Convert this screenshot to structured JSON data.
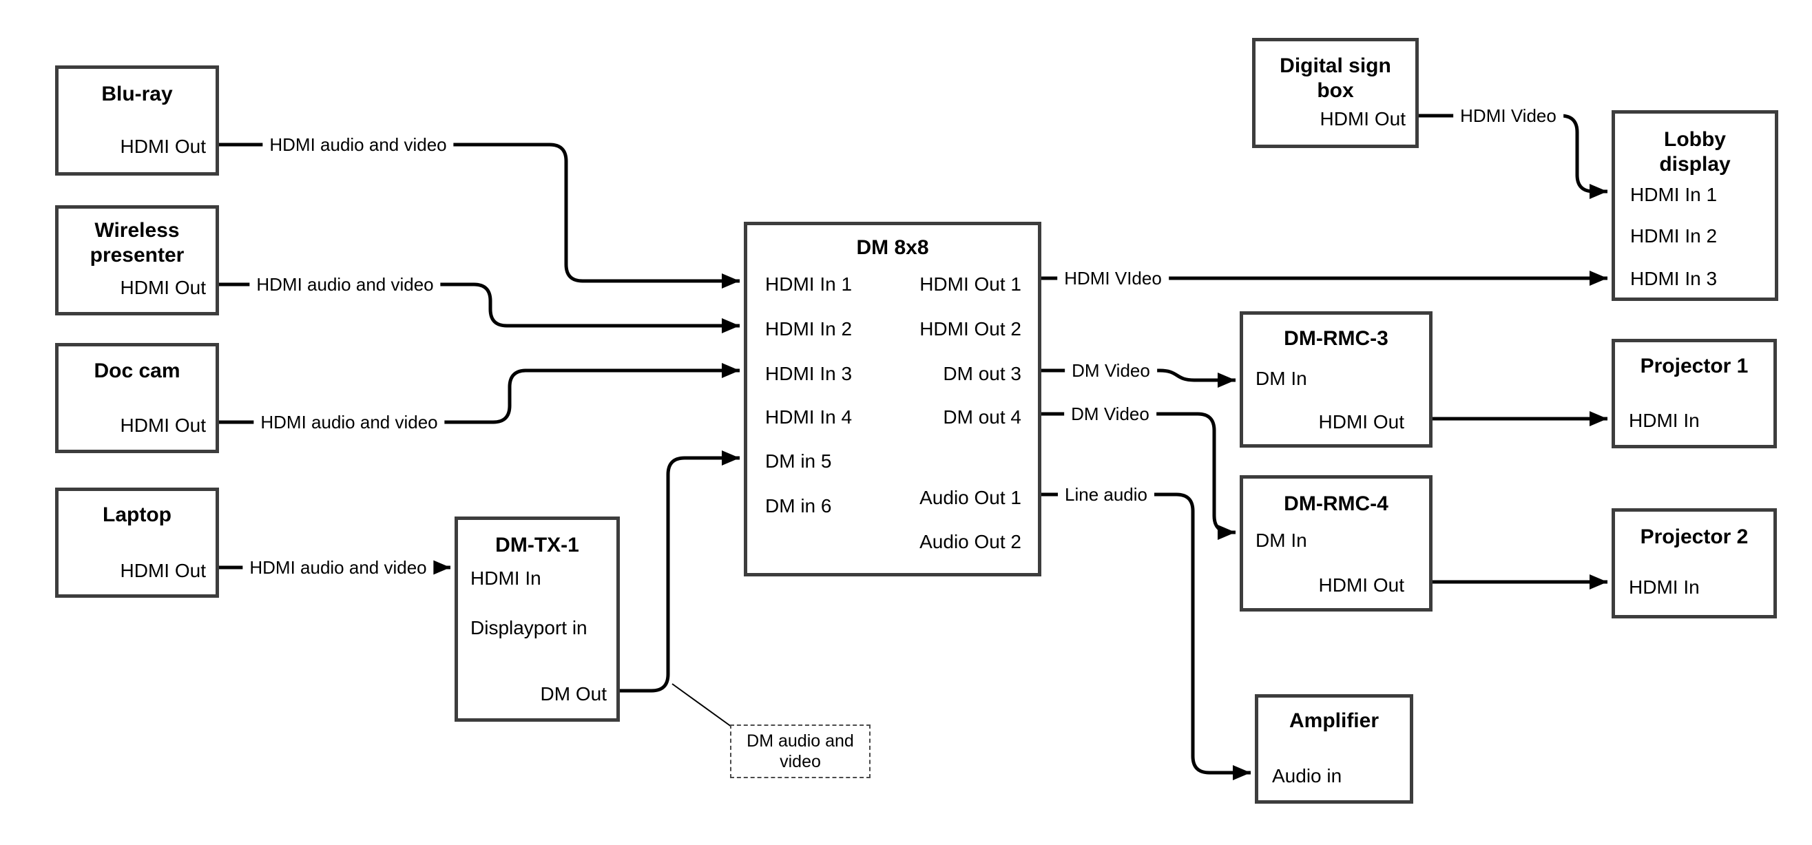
{
  "diagram_type": "av-signal-flow-block-diagram",
  "colors": {
    "background": "#ffffff",
    "box_border": "#3d3d3d",
    "wire": "#000000",
    "text": "#000000"
  },
  "nodes": {
    "bluray": {
      "title": "Blu-ray",
      "ports": {
        "hdmi_out": "HDMI Out"
      }
    },
    "wireless": {
      "title": "Wireless\npresenter",
      "ports": {
        "hdmi_out": "HDMI Out"
      }
    },
    "doccam": {
      "title": "Doc cam",
      "ports": {
        "hdmi_out": "HDMI Out"
      }
    },
    "laptop": {
      "title": "Laptop",
      "ports": {
        "hdmi_out": "HDMI Out"
      }
    },
    "dmtx1": {
      "title": "DM-TX-1",
      "ports": {
        "hdmi_in": "HDMI In",
        "displayport_in": "Displayport in",
        "dm_out": "DM Out"
      }
    },
    "dm8x8": {
      "title": "DM 8x8",
      "ports": {
        "hdmi_in_1": "HDMI In 1",
        "hdmi_in_2": "HDMI In 2",
        "hdmi_in_3": "HDMI In 3",
        "hdmi_in_4": "HDMI In 4",
        "dm_in_5": "DM in 5",
        "dm_in_6": "DM in 6",
        "hdmi_out_1": "HDMI Out 1",
        "hdmi_out_2": "HDMI Out 2",
        "dm_out_3": "DM out 3",
        "dm_out_4": "DM out 4",
        "audio_out_1": "Audio Out 1",
        "audio_out_2": "Audio Out 2"
      }
    },
    "signbox": {
      "title": "Digital sign\nbox",
      "ports": {
        "hdmi_out": "HDMI Out"
      }
    },
    "lobby": {
      "title": "Lobby\ndisplay",
      "ports": {
        "hdmi_in_1": "HDMI In 1",
        "hdmi_in_2": "HDMI In 2",
        "hdmi_in_3": "HDMI In 3"
      }
    },
    "dmrmc3": {
      "title": "DM-RMC-3",
      "ports": {
        "dm_in": "DM In",
        "hdmi_out": "HDMI Out"
      }
    },
    "dmrmc4": {
      "title": "DM-RMC-4",
      "ports": {
        "dm_in": "DM In",
        "hdmi_out": "HDMI Out"
      }
    },
    "proj1": {
      "title": "Projector 1",
      "ports": {
        "hdmi_in": "HDMI In"
      }
    },
    "proj2": {
      "title": "Projector 2",
      "ports": {
        "hdmi_in": "HDMI In"
      }
    },
    "amp": {
      "title": "Amplifier",
      "ports": {
        "audio_in": "Audio in"
      }
    }
  },
  "wire_labels": {
    "bluray_to_dm8x8": "HDMI audio and video",
    "wireless_to_dm8x8": "HDMI audio and video",
    "doccam_to_dm8x8": "HDMI audio and video",
    "laptop_to_dmtx1": "HDMI audio and video",
    "hdmi_out_1": "HDMI VIdeo",
    "dm_out_3": "DM Video",
    "dm_out_4": "DM Video",
    "audio_out_1": "Line audio",
    "signbox_to_lobby": "HDMI Video"
  },
  "callout": {
    "text": "DM audio and\nvideo"
  }
}
